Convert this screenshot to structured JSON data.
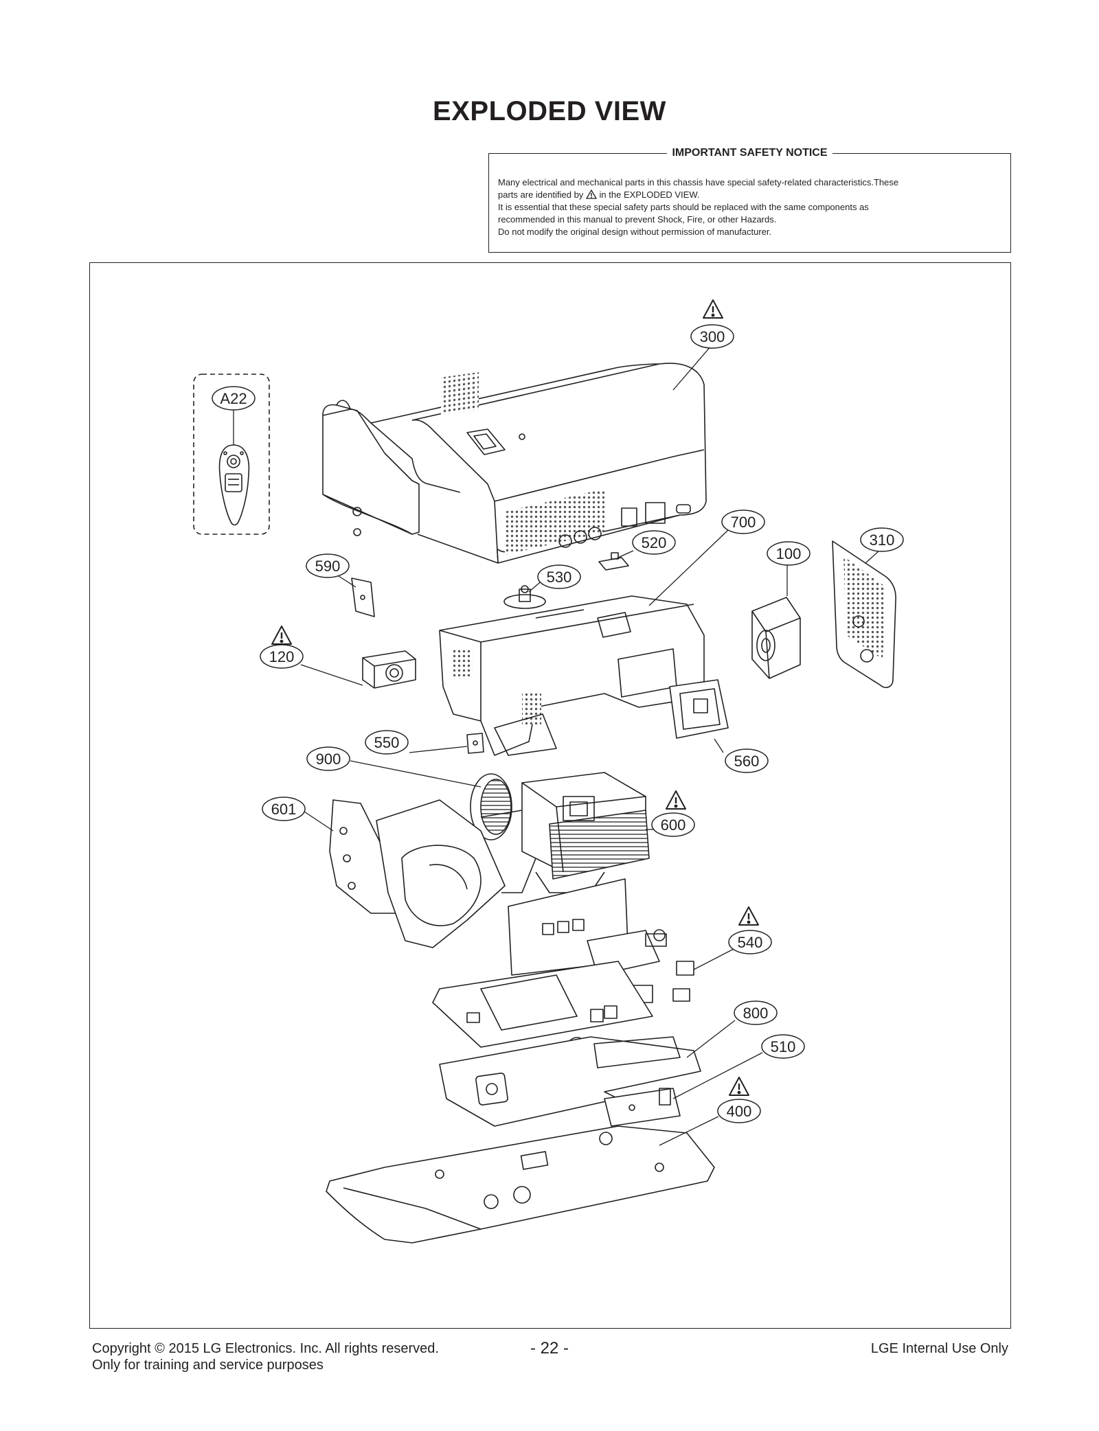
{
  "page": {
    "title": "EXPLODED VIEW"
  },
  "notice": {
    "title": "IMPORTANT SAFETY NOTICE",
    "line1": "Many electrical and mechanical parts in this chassis have special safety-related characteristics.These",
    "line2a": "parts are identified by",
    "line2b": "in the  EXPLODED VIEW.",
    "line3": "It is essential that these special safety parts should be replaced with the same components as",
    "line4": "recommended in this manual to prevent Shock, Fire, or other Hazards.",
    "line5": "Do not modify the original design without permission of manufacturer."
  },
  "callouts": [
    {
      "id": "c300",
      "label": "300",
      "safety": true
    },
    {
      "id": "cA22",
      "label": "A22",
      "safety": false
    },
    {
      "id": "c700",
      "label": "700",
      "safety": false
    },
    {
      "id": "c520",
      "label": "520",
      "safety": false
    },
    {
      "id": "c310",
      "label": "310",
      "safety": false
    },
    {
      "id": "c100",
      "label": "100",
      "safety": false
    },
    {
      "id": "c590",
      "label": "590",
      "safety": false
    },
    {
      "id": "c530",
      "label": "530",
      "safety": false
    },
    {
      "id": "c120",
      "label": "120",
      "safety": true
    },
    {
      "id": "c550",
      "label": "550",
      "safety": false
    },
    {
      "id": "c900",
      "label": "900",
      "safety": false
    },
    {
      "id": "c560",
      "label": "560",
      "safety": false
    },
    {
      "id": "c601",
      "label": "601",
      "safety": false
    },
    {
      "id": "c600",
      "label": "600",
      "safety": true
    },
    {
      "id": "c540",
      "label": "540",
      "safety": true
    },
    {
      "id": "c800",
      "label": "800",
      "safety": false
    },
    {
      "id": "c510",
      "label": "510",
      "safety": false
    },
    {
      "id": "c400",
      "label": "400",
      "safety": true
    }
  ],
  "footer": {
    "copyright": "Copyright  © 2015  LG Electronics. Inc. All rights reserved.",
    "purpose": "Only for training and service purposes",
    "page_number": "- 22 -",
    "internal": "LGE Internal Use Only"
  }
}
